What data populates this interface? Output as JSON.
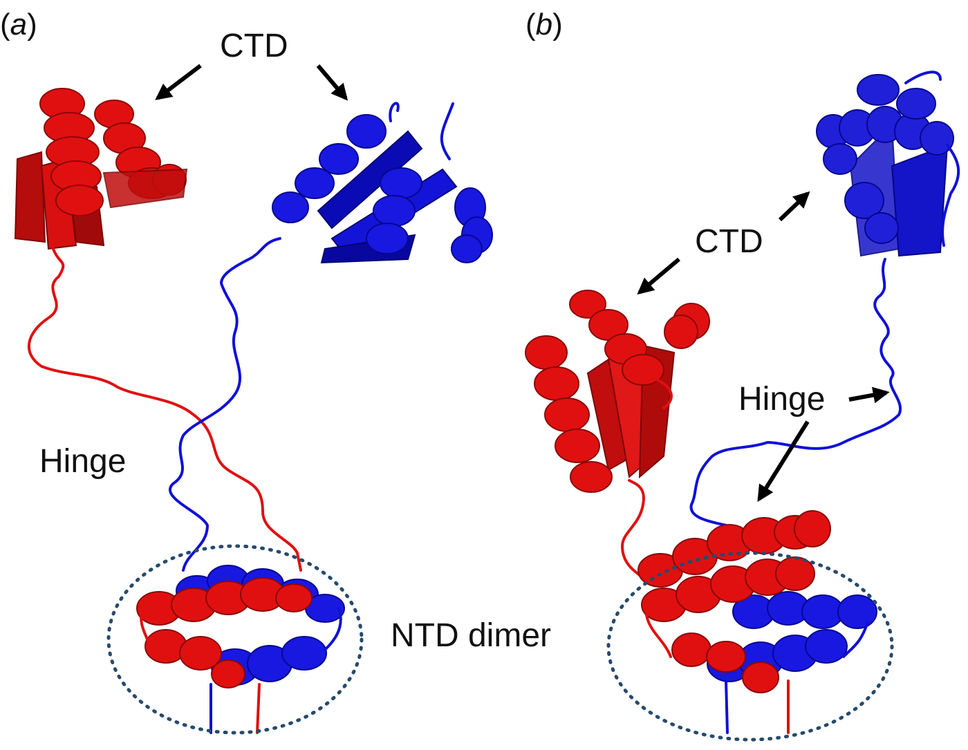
{
  "colors": {
    "chain_a": "#e01010",
    "chain_a_dark": "#a00a0a",
    "chain_b": "#1010d8",
    "chain_b_dark": "#08088f",
    "ellipse": "#274a6b",
    "text": "#111111"
  },
  "panels": [
    {
      "id": "a",
      "panel_label": "(a)",
      "labels": {
        "ctd": "CTD",
        "hinge": "Hinge",
        "ntd": "NTD dimer"
      }
    },
    {
      "id": "b",
      "panel_label": "(b)",
      "labels": {
        "ctd": "CTD",
        "hinge": "Hinge"
      }
    }
  ]
}
